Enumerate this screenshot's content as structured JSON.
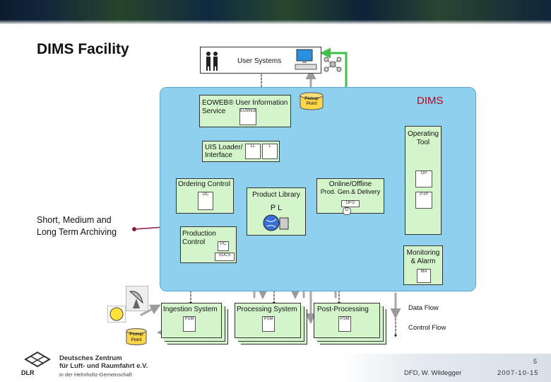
{
  "slide": {
    "title": "DIMS Facility",
    "page_number": "5",
    "author": "DFD, W. Wildegger",
    "date": "2007-10-15"
  },
  "diagram": {
    "user_systems": "User Systems",
    "pickup_point_top": "Pickup Point",
    "dims_label": "DIMS",
    "eoweb": {
      "line1": "EOWEB® User Information",
      "line2": "Service",
      "tag": "EOWEB"
    },
    "operating_tool": {
      "line1": "Operating",
      "line2": "Tool",
      "tag": "OP"
    },
    "uis_loader": {
      "line1": "UIS Loader/",
      "line2": "Interface",
      "tag1": "LL",
      "tag2": "L"
    },
    "ordering_control": {
      "label": "Ordering Control",
      "tag": "OC"
    },
    "product_library": {
      "label": "Product Library",
      "tag": "P L"
    },
    "online_offline": {
      "line1": "Online/Offline",
      "line2": "Prod. Gen.& Delivery",
      "tag": "OFG",
      "tag2": "D"
    },
    "pipi_tag": "P-PI",
    "production_control": {
      "line1": "Production",
      "line2": "Control",
      "tag": "PC",
      "tag2": "SOCS"
    },
    "monitoring": {
      "line1": "Monitoring",
      "line2": "& Alarm",
      "tag": "MA"
    },
    "ingestion": {
      "label": "Ingestion System",
      "tag": "PSM"
    },
    "processing": {
      "label": "Processing System",
      "tag": "PSM"
    },
    "postprocessing": {
      "label": "Post-Processing",
      "tag": "PSM"
    },
    "pickup_point_bottom": "Pickup Point",
    "archiving": {
      "line1": "Short, Medium and",
      "line2": "Long Term Archiving"
    }
  },
  "legend": {
    "data_flow": "Data Flow",
    "control_flow": "Control Flow"
  },
  "org": {
    "abbr": "DLR",
    "line1": "Deutsches Zentrum",
    "line2": "für Luft- und Raumfahrt e.V.",
    "line3": "in der Helmholtz-Gemeinschaft"
  },
  "colors": {
    "dims_panel": "#8fd0ee",
    "component_box": "#d4f5cc",
    "data_flow_arrow": "#a8a8a8",
    "control_flow": "#111111",
    "green_link": "#3cc24a",
    "dims_label": "#c0001a",
    "archive_line": "#8a1a3a"
  },
  "icons": [
    "users-icon",
    "computer-icon",
    "network-icon",
    "satellite-dish-icon",
    "moon-icon",
    "pickup-database-icon",
    "dlr-logo"
  ]
}
